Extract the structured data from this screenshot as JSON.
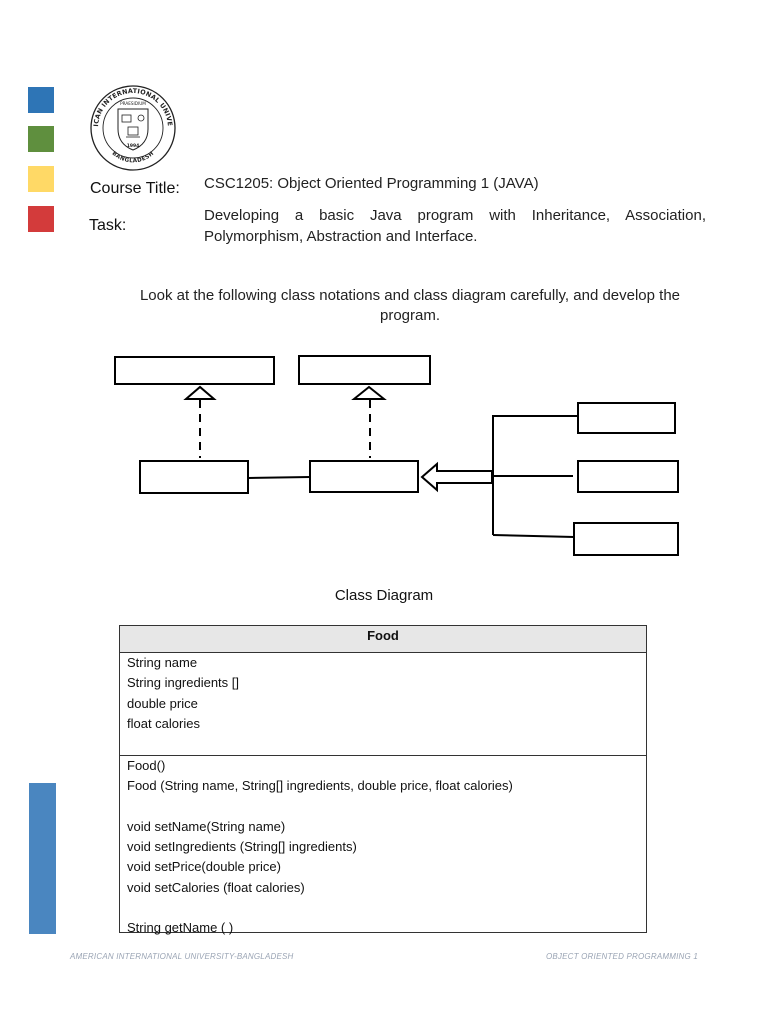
{
  "colors": {
    "square_blue": "#2e75b6",
    "square_green": "#5f8f3e",
    "square_yellow": "#ffd966",
    "square_red": "#d33b3b",
    "sidebar_bar": "#4a86c0"
  },
  "logo": {
    "icon": "university-seal-icon",
    "ring_text": "AMERICAN INTERNATIONAL UNIVERSITY",
    "top_text": "PRAESIDIUM",
    "year": "1994",
    "bottom_text": "BANGLADESH"
  },
  "header": {
    "course_label": "Course Title:",
    "course_value": "CSC1205: Object Oriented Programming 1 (JAVA)",
    "task_label": "Task:",
    "task_value": "Developing a basic Java program with Inheritance, Association, Polymorphism, Abstraction and Interface."
  },
  "intro": "Look at the following class notations and class diagram carefully, and develop the program.",
  "diagram_title": "Class Diagram",
  "uml": {
    "class_name": "Food",
    "attributes": [
      "String name",
      "String ingredients []",
      "double price",
      "float calories"
    ],
    "methods": [
      "Food()",
      "Food (String name, String[] ingredients, double price, float calories)",
      "",
      "void setName(String name)",
      "void setIngredients (String[] ingredients)",
      "void setPrice(double price)",
      "void setCalories (float calories)",
      "",
      "String getName ( )"
    ]
  },
  "footer": {
    "left": "AMERICAN INTERNATIONAL UNIVERSITY-BANGLADESH",
    "right": "OBJECT ORIENTED PROGRAMMING 1"
  }
}
